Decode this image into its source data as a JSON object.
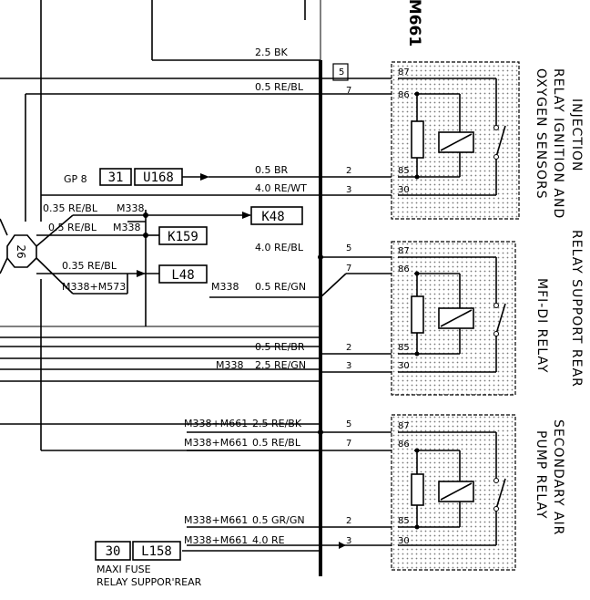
{
  "connector": "M661",
  "left_labels": {
    "gp8": "GP 8",
    "box_31": "31",
    "box_u168": "U168",
    "w1": "0.35 RE/BL",
    "w1m": "M338",
    "w2": "0.5 RE/BL",
    "w2m": "M338",
    "w3": "0.35 RE/BL",
    "w3m": "M338+M573",
    "k48": "K48",
    "k159": "K159",
    "l48": "L48",
    "l48m": "M338",
    "node": "26"
  },
  "bottom": {
    "box_30": "30",
    "box_l158": "L158",
    "line1": "MAXI FUSE",
    "line2": "RELAY SUPPOR'REAR"
  },
  "wires": [
    {
      "id": "a5",
      "label": "2.5 BK",
      "pin": "5"
    },
    {
      "id": "a7",
      "label": "0.5 RE/BL",
      "pin": "7"
    },
    {
      "id": "a2",
      "label": "0.5 BR",
      "pin": "2"
    },
    {
      "id": "a3",
      "label": "4.0 RE/WT",
      "pin": "3"
    },
    {
      "id": "b5",
      "label": "4.0 RE/BL",
      "pin": "5"
    },
    {
      "id": "b7",
      "label": "0.5 RE/GN",
      "pin": "7"
    },
    {
      "id": "b2",
      "label": "0.5 RE/BR",
      "pin": "2"
    },
    {
      "id": "b3",
      "label": "2.5 RE/GN",
      "prefix": "M338",
      "pin": "3"
    },
    {
      "id": "c5",
      "label": "2.5 RE/BK",
      "prefix": "M338+M661",
      "pin": "5"
    },
    {
      "id": "c7",
      "label": "0.5 RE/BL",
      "prefix": "M338+M661",
      "pin": "7"
    },
    {
      "id": "c2",
      "label": "0.5 GR/GN",
      "prefix": "M338+M661",
      "pin": "2"
    },
    {
      "id": "c3",
      "label": "4.0 RE",
      "prefix": "M338+M661",
      "pin": "3"
    }
  ],
  "relays": [
    {
      "id": "r1",
      "pins": [
        "87",
        "86",
        "85",
        "30"
      ],
      "title_lines": [
        "INJECTION",
        "RELAY IGNITION AND",
        "OXYGEN SENSORS"
      ]
    },
    {
      "id": "r2",
      "pins": [
        "87",
        "86",
        "85",
        "30"
      ],
      "title_lines": [
        "MFI-DI RELAY"
      ]
    },
    {
      "id": "r3",
      "pins": [
        "87",
        "86",
        "85",
        "30"
      ],
      "title_lines": [
        "SECONDARY AIR",
        "PUMP RELAY"
      ]
    }
  ],
  "group_title": "RELAY SUPPORT REAR",
  "colors": {
    "ink": "#000000",
    "dot": "#7a7a7a",
    "paper": "#ffffff"
  }
}
